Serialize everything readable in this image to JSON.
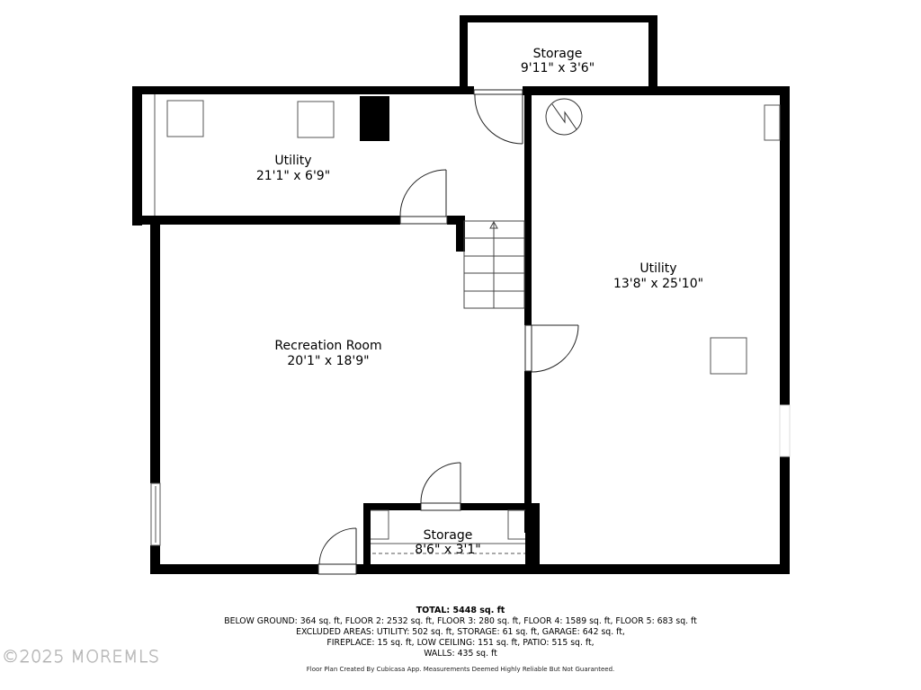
{
  "floor_plan": {
    "rooms": [
      {
        "id": "storage-top",
        "name": "Storage",
        "dimensions": "9'11\" x 3'6\""
      },
      {
        "id": "utility-upper-left",
        "name": "Utility",
        "dimensions": "21'1\" x 6'9\""
      },
      {
        "id": "utility-right",
        "name": "Utility",
        "dimensions": "13'8\" x 25'10\""
      },
      {
        "id": "recreation-room",
        "name": "Recreation Room",
        "dimensions": "20'1\" x 18'9\""
      },
      {
        "id": "storage-bottom",
        "name": "Storage",
        "dimensions": "8'6\" x 3'1\""
      }
    ],
    "symbols": {
      "water-heater": "circle-lightning",
      "stairs": "stairs-up-arrow",
      "fixtures": "square-outline",
      "chimney": "solid-black-block"
    },
    "colors": {
      "wall": "#000000",
      "fixture_line": "#555555",
      "background": "#ffffff"
    }
  },
  "summary": {
    "total": "TOTAL: 5448 sq. ft",
    "lines": [
      "BELOW GROUND: 364 sq. ft, FLOOR 2: 2532 sq. ft, FLOOR 3: 280 sq. ft, FLOOR 4: 1589 sq. ft, FLOOR 5: 683 sq. ft",
      "EXCLUDED AREAS: UTILITY: 502 sq. ft, STORAGE: 61 sq. ft, GARAGE: 642 sq. ft,",
      "FIREPLACE: 15 sq. ft, LOW CEILING: 151 sq. ft, PATIO: 515 sq. ft,",
      "WALLS: 435 sq. ft"
    ],
    "credit": "Floor Plan Created By Cubicasa App. Measurements Deemed Highly Reliable But Not Guaranteed."
  },
  "watermark": "©2025 MOREMLS"
}
